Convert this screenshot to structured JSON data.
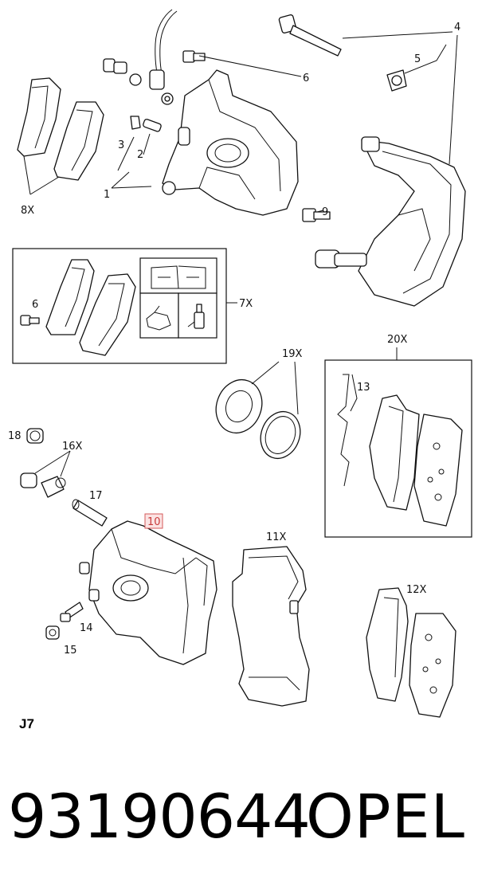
{
  "diagram": {
    "callouts": {
      "c1": "1",
      "c2": "2",
      "c3": "3",
      "c4": "4",
      "c5": "5",
      "c6_top": "6",
      "c8x": "8X",
      "c9": "9",
      "c6_kit": "6",
      "c7x": "7X",
      "c19x": "19X",
      "c20x": "20X",
      "c13": "13",
      "c18": "18",
      "c16x": "16X",
      "c17": "17",
      "c10": "10",
      "c11x": "11X",
      "c12x": "12X",
      "c14": "14",
      "c15": "15"
    },
    "sheet_code": "J7",
    "highlight_color": "#d65a5a"
  },
  "footer": {
    "part_number": "93190644",
    "brand": "OPEL"
  }
}
